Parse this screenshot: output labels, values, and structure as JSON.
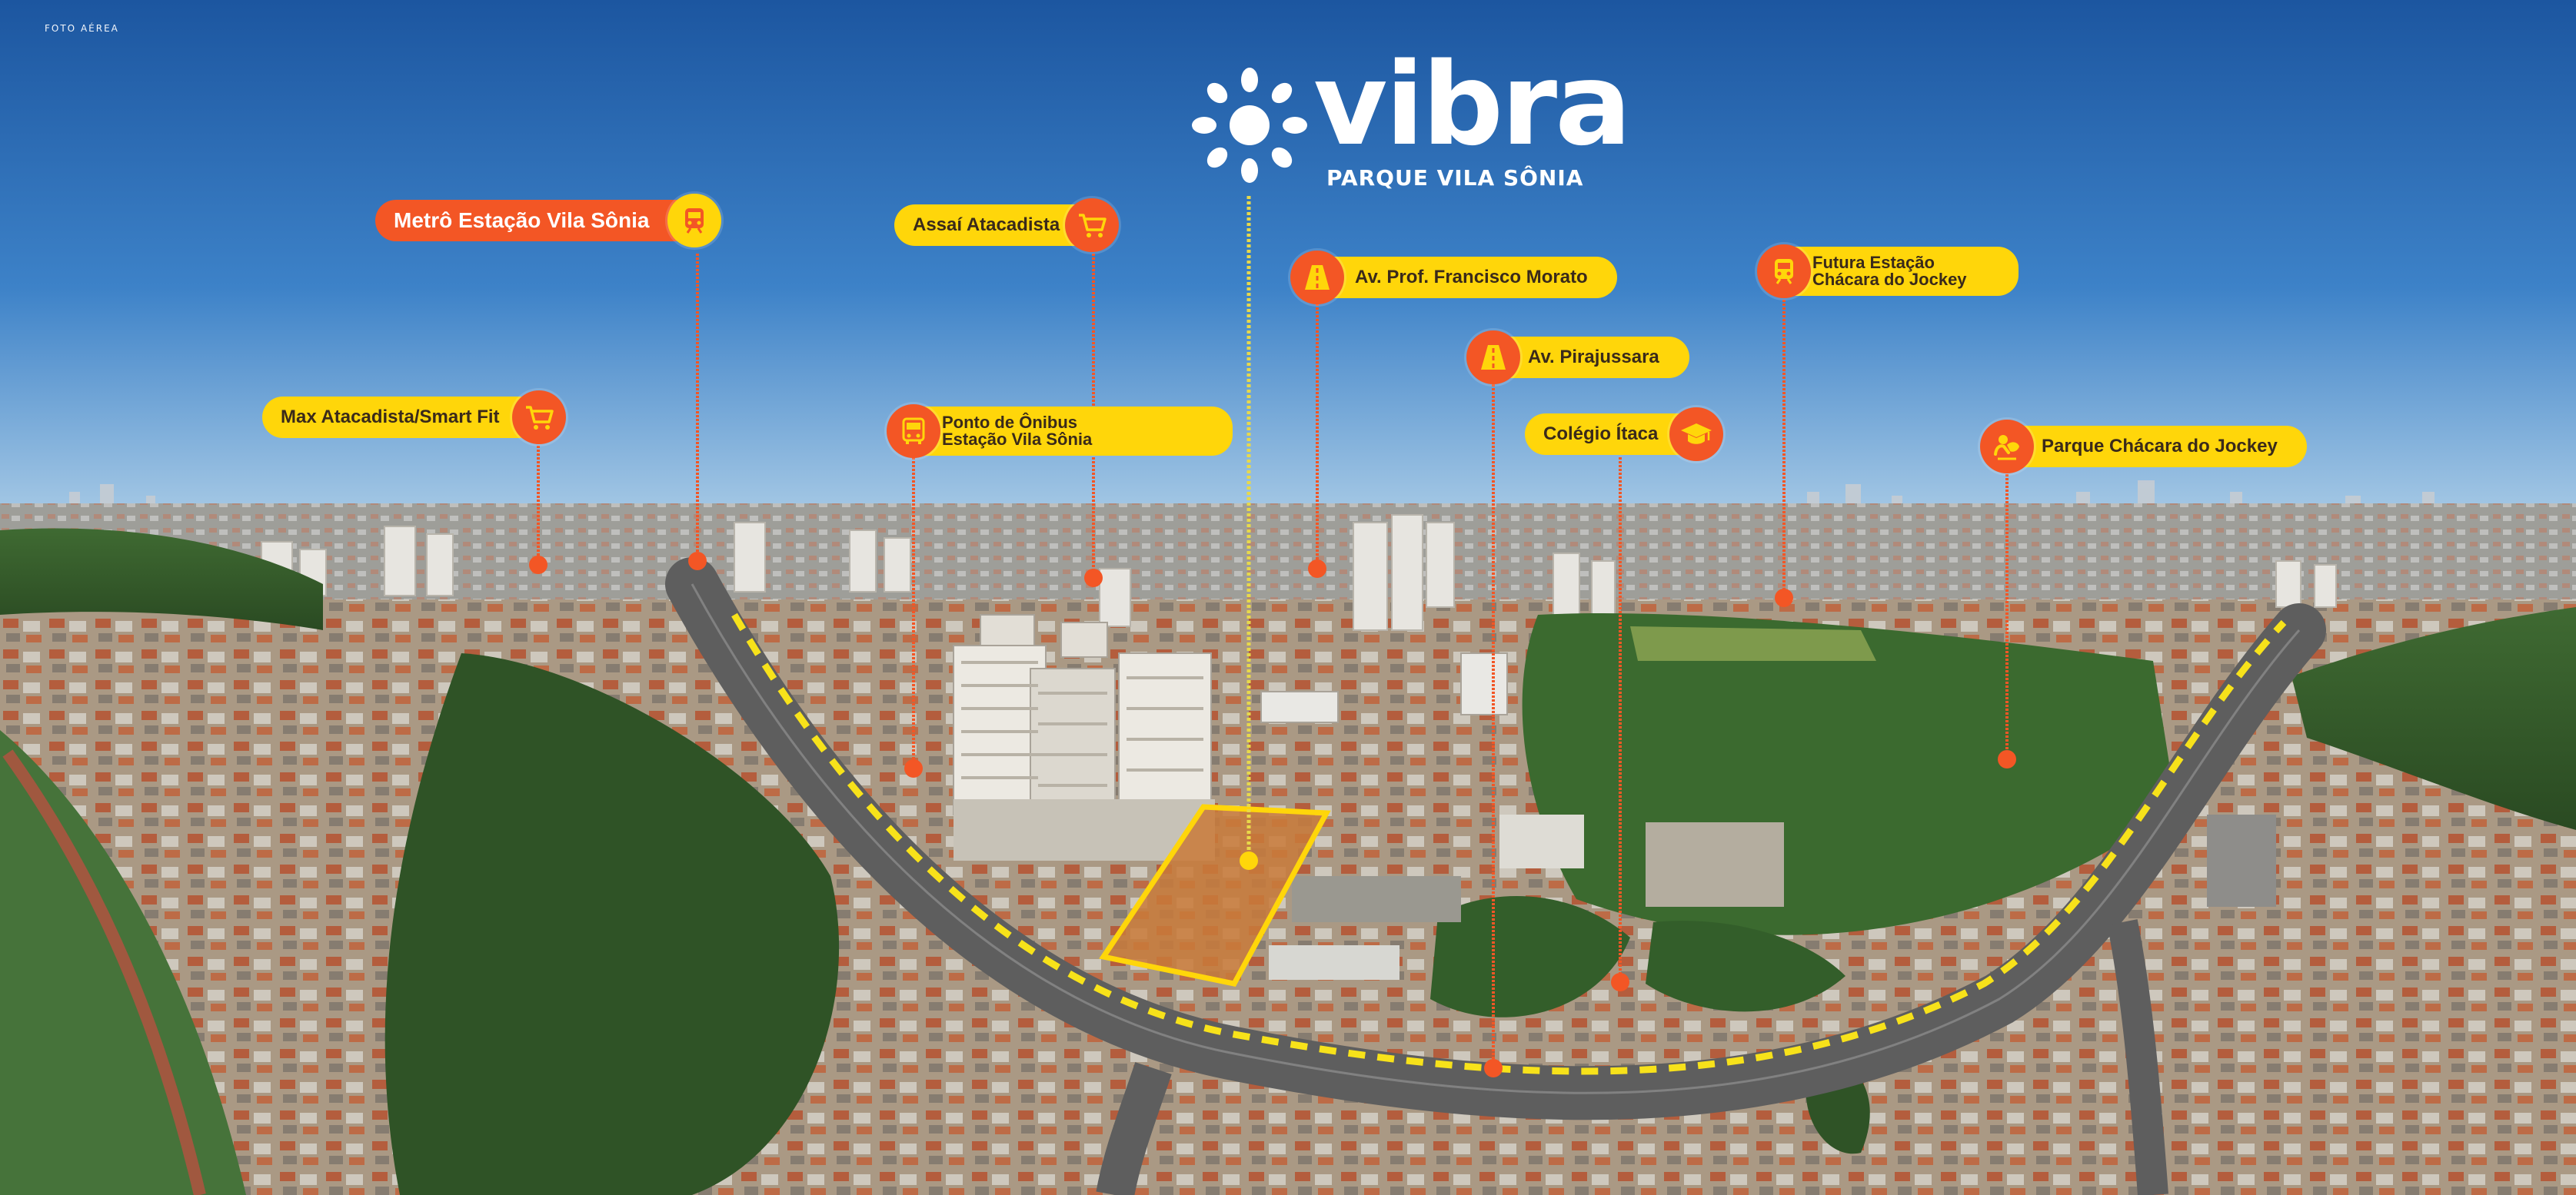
{
  "photo_label": "FOTO AÉREA",
  "brand": {
    "name": "vibra",
    "tagline": "PARQUE VILA SÔNIA"
  },
  "colors": {
    "accent_orange": "#f35625",
    "label_yellow": "#ffd60a",
    "route_dash": "#f7e21a",
    "site_outline": "#ffd60a",
    "sky_top": "#1e5fa8",
    "sky_horizon": "#9ec3e3"
  },
  "points_of_interest": [
    {
      "id": "metro",
      "label_lines": [
        "Metrô Estação Vila Sônia"
      ],
      "icon": "train-icon",
      "style": "highlight-orange"
    },
    {
      "id": "max",
      "label_lines": [
        "Max Atacadista/Smart Fit"
      ],
      "icon": "shopping-cart-icon"
    },
    {
      "id": "assai",
      "label_lines": [
        "Assaí Atacadista"
      ],
      "icon": "shopping-cart-icon"
    },
    {
      "id": "onibus",
      "label_lines": [
        "Ponto de Ônibus",
        "Estação Vila Sônia"
      ],
      "icon": "bus-icon"
    },
    {
      "id": "morato",
      "label_lines": [
        "Av. Prof. Francisco Morato"
      ],
      "icon": "road-icon"
    },
    {
      "id": "pirajussara",
      "label_lines": [
        "Av. Pirajussara"
      ],
      "icon": "road-icon"
    },
    {
      "id": "itaca",
      "label_lines": [
        "Colégio Ítaca"
      ],
      "icon": "graduation-cap-icon"
    },
    {
      "id": "futura",
      "label_lines": [
        "Futura Estação",
        "Chácara do Jockey"
      ],
      "icon": "train-icon"
    },
    {
      "id": "parque",
      "label_lines": [
        "Parque Chácara do Jockey"
      ],
      "icon": "park-icon"
    }
  ]
}
